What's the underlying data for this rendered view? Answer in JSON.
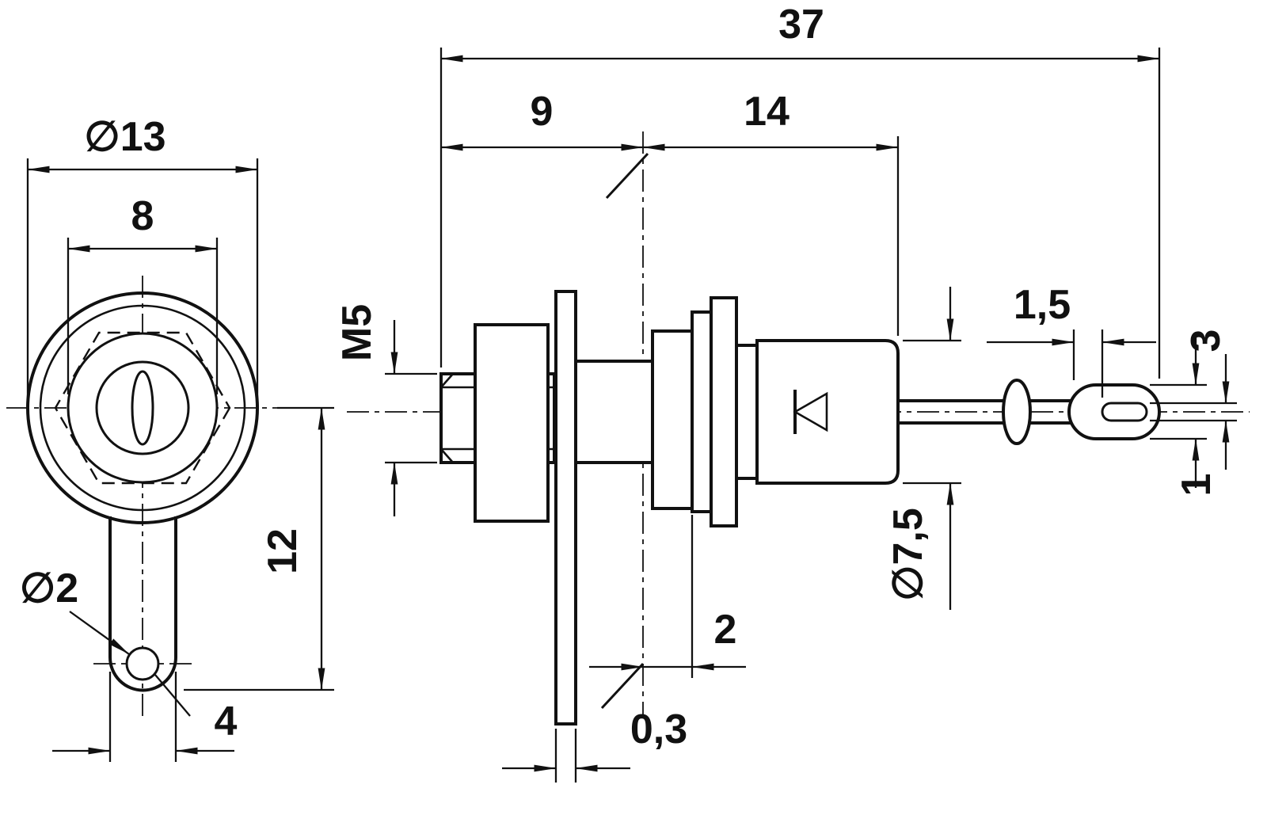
{
  "front": {
    "d13": "∅13",
    "d8": "8",
    "d12": "12",
    "d2": "∅2",
    "d4": "4"
  },
  "side": {
    "d37": "37",
    "d9": "9",
    "d14": "14",
    "m5": "M5",
    "d15": "1,5",
    "d3": "3",
    "d1": "1",
    "d75": "∅7,5",
    "d2": "2",
    "d03": "0,3"
  },
  "colors": {
    "line": "#111111",
    "background": "#ffffff"
  }
}
